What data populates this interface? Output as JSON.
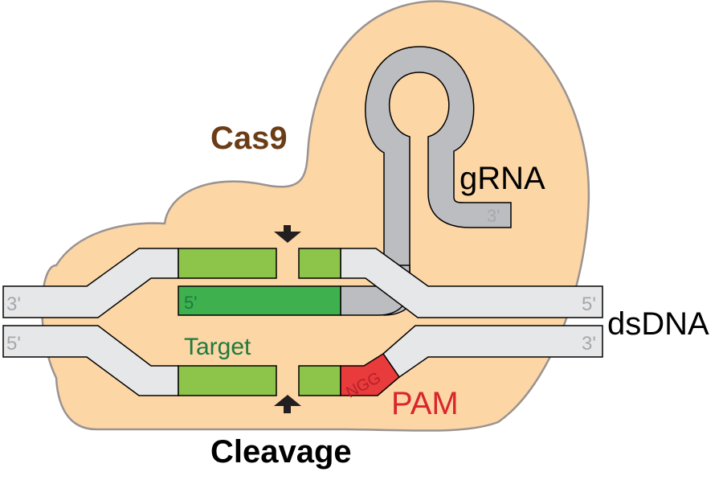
{
  "labels": {
    "protein": "Cas9",
    "guide": "gRNA",
    "guide_end": "3'",
    "duplex": "dsDNA",
    "target": "Target",
    "target_rna_end": "5'",
    "pam": "PAM",
    "pam_seq": "NGG",
    "cleavage": "Cleavage",
    "top_left_end": "3'",
    "bottom_left_end": "5'",
    "top_right_end": "5'",
    "bottom_right_end": "3'"
  },
  "colors": {
    "cas9_fill": "#fdd6a6",
    "cas9_stroke": "#9a9390",
    "cas9_text": "#6b3d17",
    "dna_fill": "#e6e7e8",
    "rna_fill": "#bcbdc0",
    "target_strand": "#8dc44a",
    "guide_pair": "#3eb14e",
    "target_text": "#1e7a3e",
    "pam_fill": "#e93b3c",
    "pam_text": "#d9252c",
    "end_text": "#a6a8ab",
    "arrow": "#231f20"
  }
}
